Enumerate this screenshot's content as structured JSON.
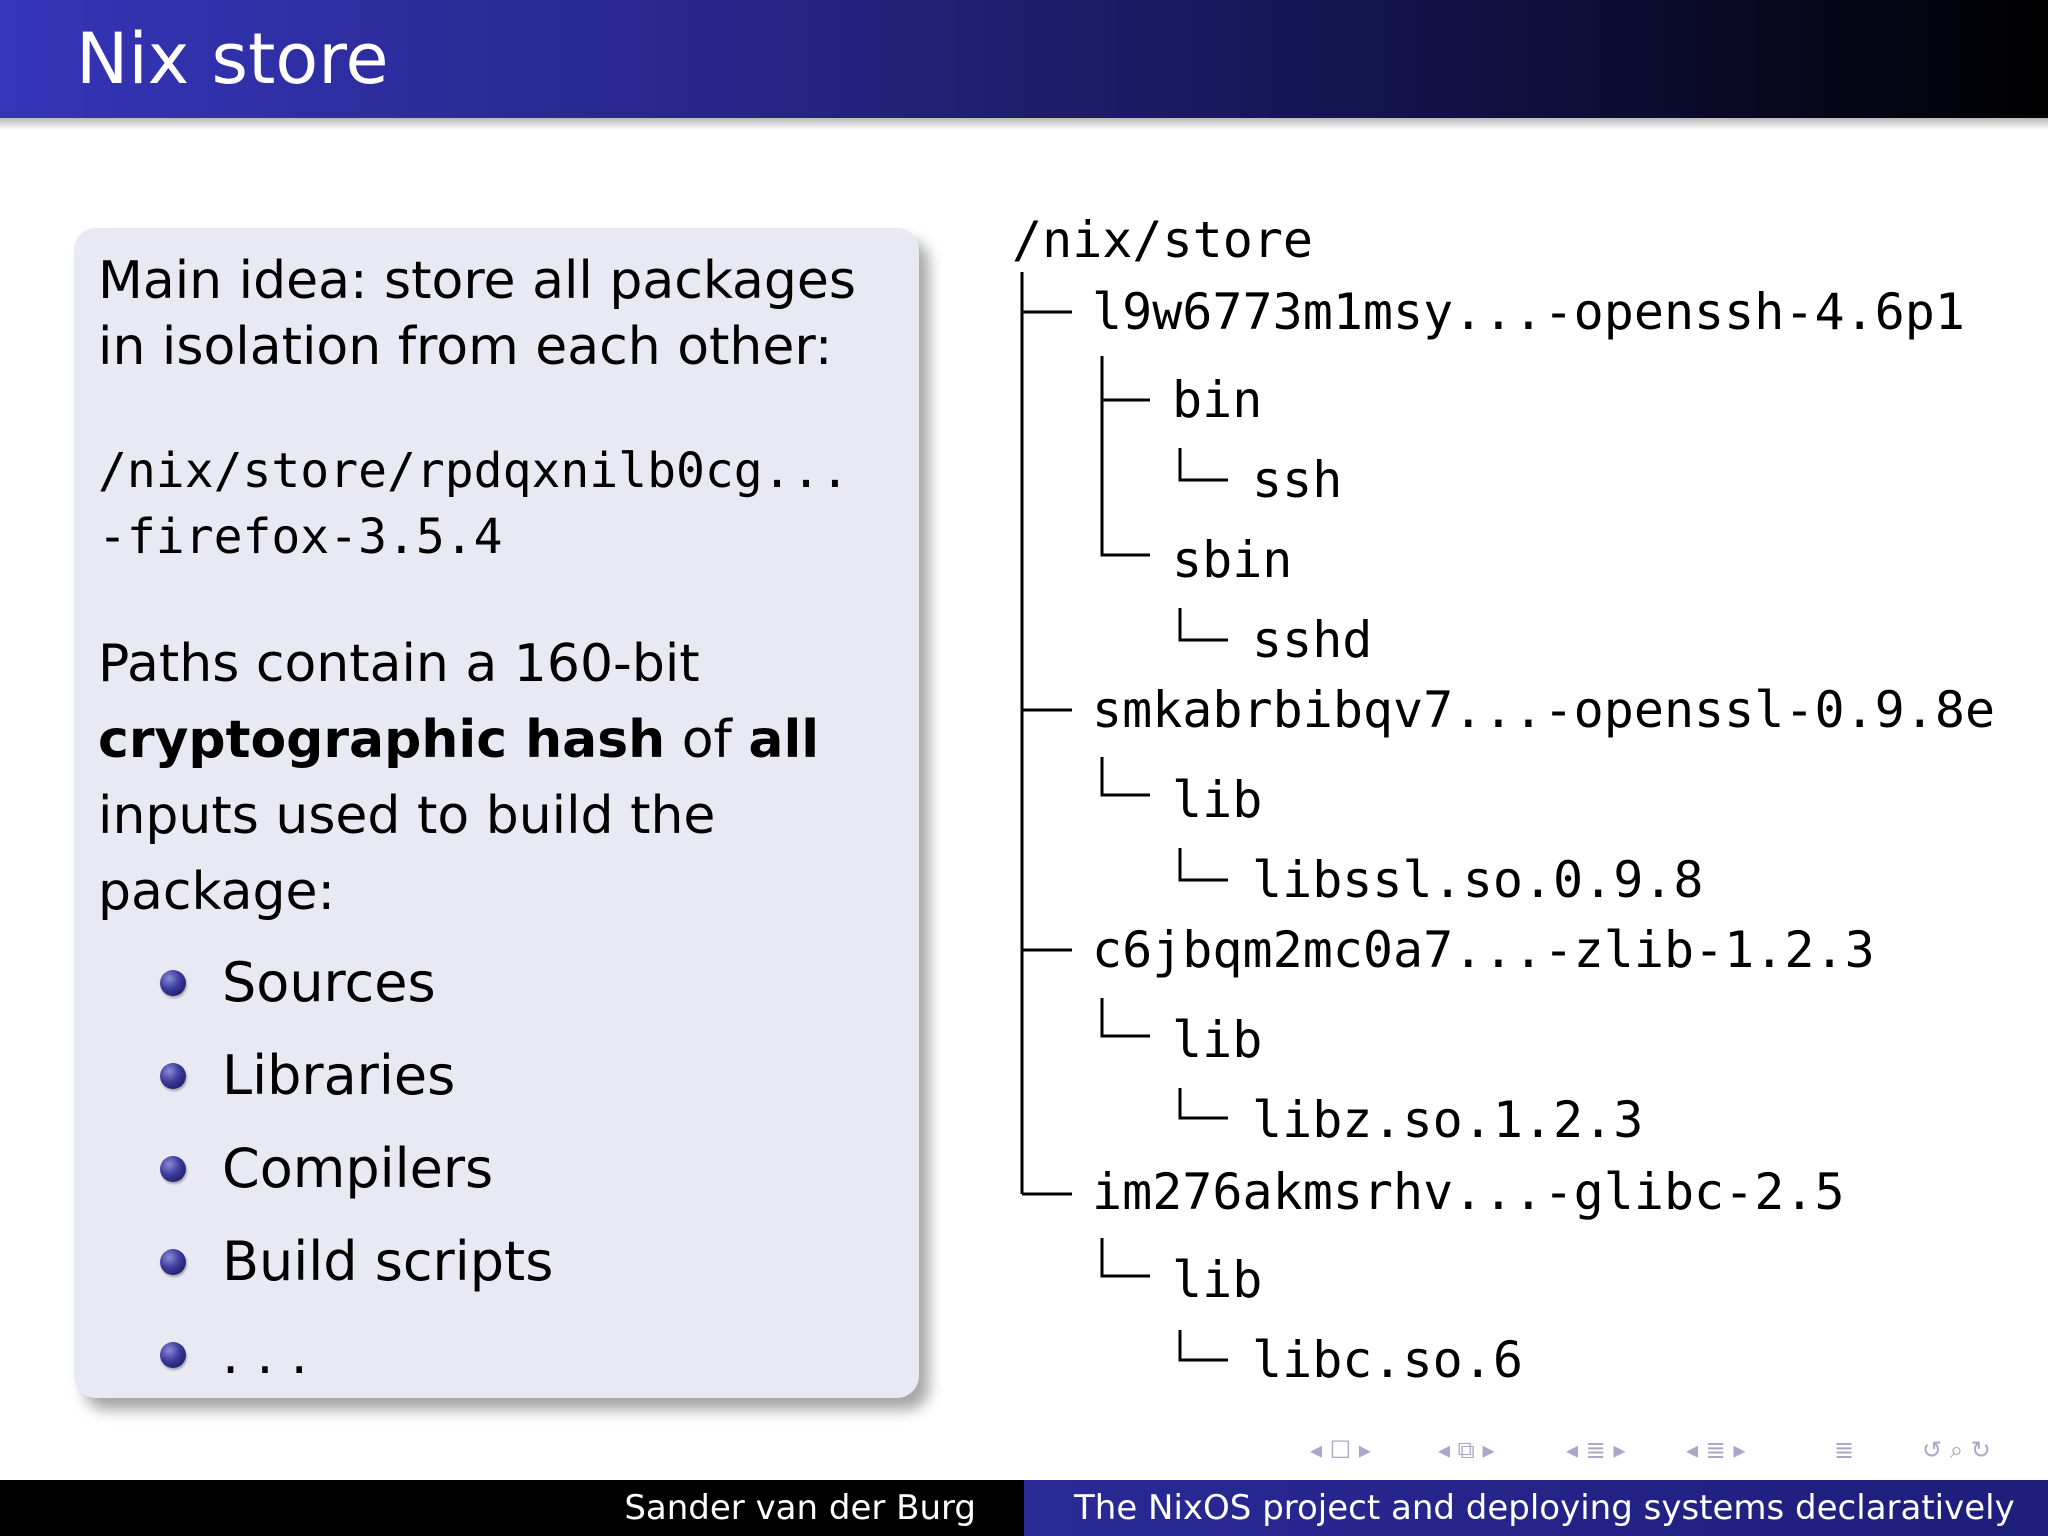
{
  "slide": {
    "title": "Nix store"
  },
  "block": {
    "intro_line1": "Main idea: store all packages",
    "intro_line2": "in isolation from each other:",
    "path_line1": "/nix/store/rpdqxnilb0cg...",
    "path_line2": "-firefox-3.5.4",
    "hash_text1": "Paths contain a 160-bit",
    "hash_bold1": "cryptographic hash",
    "hash_of": " of ",
    "hash_bold2": "all",
    "hash_text3": "inputs used to build the",
    "hash_text4": "package:",
    "bullets": [
      "Sources",
      "Libraries",
      "Compilers",
      "Build scripts",
      ". . ."
    ]
  },
  "tree": {
    "root": "/nix/store",
    "packages": [
      {
        "name": "l9w6773m1msy...-openssh-4.6p1",
        "dirs": [
          {
            "name": "bin",
            "file": "ssh"
          },
          {
            "name": "sbin",
            "file": "sshd"
          }
        ]
      },
      {
        "name": "smkabrbibqv7...-openssl-0.9.8e",
        "dirs": [
          {
            "name": "lib",
            "file": "libssl.so.0.9.8"
          }
        ]
      },
      {
        "name": "c6jbqm2mc0a7...-zlib-1.2.3",
        "dirs": [
          {
            "name": "lib",
            "file": "libz.so.1.2.3"
          }
        ]
      },
      {
        "name": "im276akmsrhv...-glibc-2.5",
        "dirs": [
          {
            "name": "lib",
            "file": "libc.so.6"
          }
        ]
      }
    ]
  },
  "navigation": {
    "frame": "◂ ☐ ▸",
    "subsection": "◂ ⧉ ▸",
    "section": "◂ ≣ ▸",
    "chapter": "◂ ≣ ▸",
    "toc": "≣",
    "search": "↺ ⌕ ↻"
  },
  "footer": {
    "author": "Sander van der Burg",
    "talk_title": "The NixOS project and deploying systems declaratively"
  },
  "colors": {
    "title_gradient_start": "#3535b8",
    "title_gradient_end": "#000000",
    "block_background": "#e9e9f3",
    "bullet": "#3a3a9a",
    "footer_left": "#000000",
    "footer_right": "#1d1d7a"
  }
}
